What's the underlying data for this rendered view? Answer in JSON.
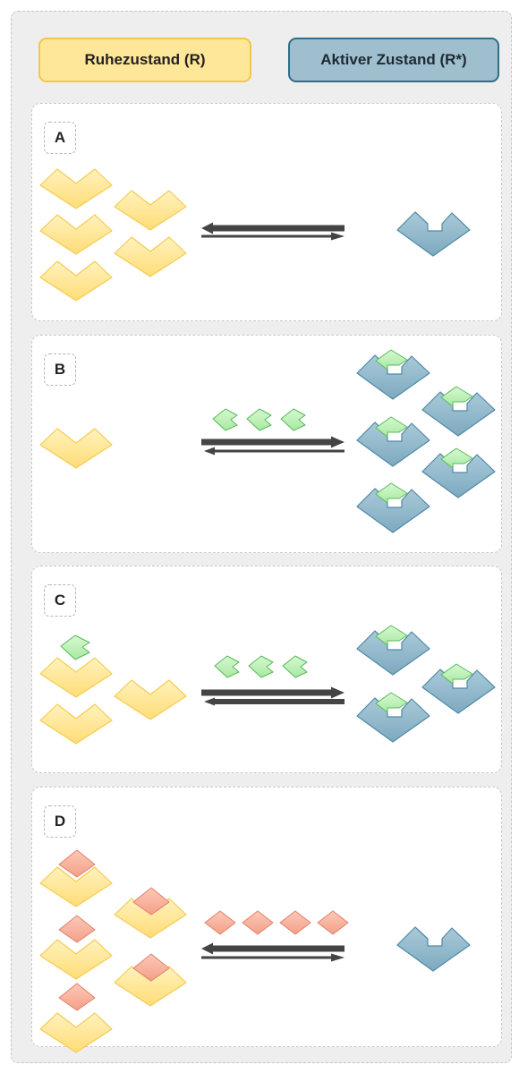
{
  "legend": {
    "rest_label": "Ruhezustand (R)",
    "active_label": "Aktiver Zustand (R*)"
  },
  "panels": [
    {
      "letter": "A"
    },
    {
      "letter": "B"
    },
    {
      "letter": "C"
    },
    {
      "letter": "D"
    }
  ],
  "colors": {
    "rest_fill": "#ffe38c",
    "rest_stroke": "#f5cc52",
    "active_fill": "#8fb7cc",
    "active_stroke": "#4f8aa6",
    "agonist_fill": "#bdf0b8",
    "agonist_stroke": "#58b85a",
    "inverse_agonist_fill": "#f8b4a0",
    "inverse_agonist_stroke": "#e0806a",
    "arrow": "#444444"
  }
}
